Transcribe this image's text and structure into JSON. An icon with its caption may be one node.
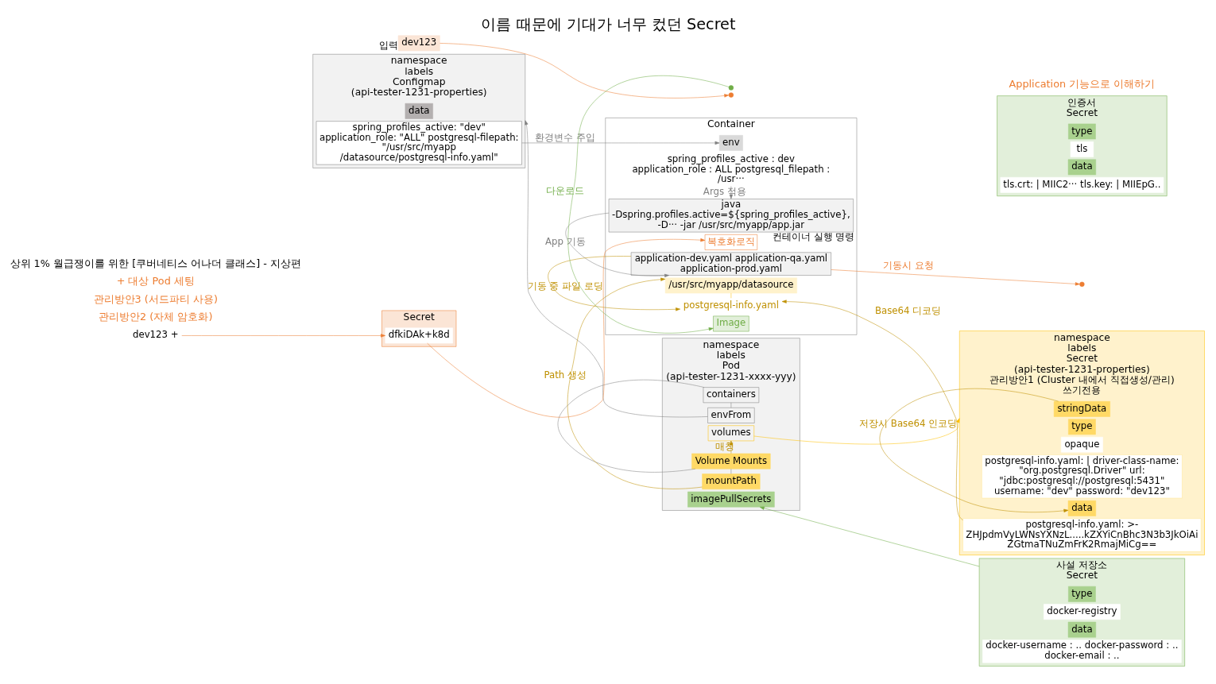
{
  "diagram": {
    "title": "이름 때문에 기대가 너무 컸던 Secret",
    "caption": "상위 1% 월급쟁이를 위한 [쿠버네티스 어나더 클래스] - 지상편",
    "nodes": [
      {
        "text": [
          "namespace",
          "labels",
          "Configmap",
          "(api-tester-1231-properties)"
        ]
      },
      {
        "text": [
          "data"
        ],
        "in": 0
      },
      {
        "text": [
          "spring_profiles_active: \"dev\" application_role: \"ALL\" postgresql-filepath: \"/usr/src/myapp /datasource/postgresql-info.yaml\""
        ],
        "in": 0
      },
      {
        "text": [
          "namespace",
          "labels",
          "Pod",
          "(api-tester-1231-xxxx-yyy)"
        ]
      },
      {
        "text": [
          "containers"
        ],
        "in": 3
      },
      {
        "text": [
          "envFrom"
        ],
        "in": 3
      },
      {
        "text": [
          "volumes"
        ],
        "in": 3
      },
      {
        "text": [
          "Volume Mounts"
        ],
        "in": 3
      },
      {
        "text": [
          "mountPath"
        ],
        "in": 3
      },
      {
        "text": [
          "Container"
        ]
      },
      {
        "text": [
          "env"
        ],
        "in": 9
      },
      {
        "text": [
          "spring_profiles_active : dev application_role : ALL postgresql_filepath : /usr···"
        ],
        "in": 9
      },
      {
        "text": [
          "java -Dspring.profiles.active=${spring_profiles_active}, -D··· -jar /usr/src/myapp/app.jar"
        ],
        "in": 9,
        "beside": [
          "컨테이너 실행 명령"
        ]
      },
      {
        "text": [
          "복호화로직"
        ],
        "in": 9
      },
      {
        "text": [
          "application-dev.yaml application-qa.yaml application-prod.yaml"
        ],
        "in": 9
      },
      {
        "text": [
          "/usr/src/myapp/datasource"
        ],
        "in": 9
      },
      {
        "text": [
          "postgresql-info.yaml"
        ],
        "in": 9
      },
      {
        "text": [
          "Image"
        ],
        "in": 9
      },
      {
        "text": [
          "imagePullSecrets"
        ],
        "in": 3
      },
      {
        "text": [
          "namespace",
          "labels",
          "Secret",
          "(api-tester-1231-properties)",
          "관리방안1 (Cluster 내에서 직접생성/관리)",
          "쓰기전용"
        ]
      },
      {
        "text": [
          "stringData"
        ],
        "in": 19
      },
      {
        "text": [
          "type"
        ],
        "in": 19
      },
      {
        "text": [
          "opaque"
        ],
        "in": 19
      },
      {
        "text": [
          "postgresql-info.yaml: | driver-class-name: \"org.postgresql.Driver\" url: \"jdbc:postgresql://postgresql:5431\" username: \"dev\" password: \"dev123\""
        ],
        "in": 19
      },
      {
        "text": [
          "data"
        ],
        "in": 19
      },
      {
        "text": [
          "postgresql-info.yaml: >- ZHJpdmVyLWNsYXNzL.....kZXYiCnBhc3N3b3JkOiAi ZGtmaTNuZmFrK2RmajMiCg=="
        ],
        "in": 19
      },
      {
        "text": [
          "Secret"
        ]
      },
      {
        "text": [
          "dfkiDAk+k8d"
        ],
        "in": 26
      },
      {
        "text": [
          "dev123 +"
        ]
      },
      {
        "text": [
          "dev123"
        ],
        "beside": [
          "입력"
        ]
      },
      {
        "text": [
          "사설 저장소",
          "Secret"
        ]
      },
      {
        "text": [
          "type"
        ],
        "in": 30
      },
      {
        "text": [
          "docker-registry"
        ],
        "in": 30
      },
      {
        "text": [
          "data"
        ],
        "in": 30
      },
      {
        "text": [
          "docker-username : .. docker-password : .. docker-email : .."
        ],
        "in": 30
      },
      {
        "text": [
          "인증서",
          "Secret"
        ]
      },
      {
        "text": [
          "type"
        ],
        "in": 35
      },
      {
        "text": [
          "tls"
        ],
        "in": 35
      },
      {
        "text": [
          "data"
        ],
        "in": 35
      },
      {
        "text": [
          "tls.crt: | MIIC2··· tls.key: | MIIEpG.."
        ],
        "in": 35
      }
    ],
    "edges": [
      {
        "from": 5,
        "to": 0,
        "arrow": "to"
      },
      {
        "from": 4,
        "to": 5,
        "arrow": "none"
      },
      {
        "from": 4,
        "to": 7,
        "arrow": "none"
      },
      {
        "from": 7,
        "to": 8,
        "arrow": "none"
      },
      {
        "from": 6,
        "to": 19,
        "arrow": "to",
        "color": "#ffc000"
      },
      {
        "from": 7,
        "to": 6,
        "arrow": "to",
        "label": "매칭",
        "color": "#bf9000"
      },
      {
        "from": 8,
        "to": 15,
        "arrow": "to",
        "label": "Path 생성",
        "color": "#bf9000"
      },
      {
        "from": 15,
        "to": 16,
        "arrow": "none",
        "color": "#ffc000"
      },
      {
        "from": 2,
        "to": 10,
        "arrow": "to",
        "label": "환경변수 주입"
      },
      {
        "from": 11,
        "to": 12,
        "arrow": "to",
        "label": "Args 적용"
      },
      {
        "from": 12,
        "to": 14,
        "arrow": "to",
        "label": "App 기동"
      },
      {
        "from": 14,
        "to": 16,
        "arrow": "to",
        "label": "기동 중 파일 로딩",
        "color": "#bf9000"
      },
      {
        "from": 20,
        "to": 24,
        "arrow": "to",
        "label": "저장시 Base64 인코딩",
        "color": "#bf9000"
      },
      {
        "from": 25,
        "to": 16,
        "arrow": "to",
        "label": "Base64 디코딩",
        "color": "#bf9000"
      },
      {
        "from": 28,
        "to": 27,
        "arrow": "to",
        "color": "#ed7d31"
      },
      {
        "from": 27,
        "to": 13,
        "arrow": "to",
        "color": "#ed7d31"
      },
      {
        "from": 14,
        "to": null,
        "arrow": "to",
        "label": "기동시 요청",
        "color": "#ed7d31"
      },
      {
        "from": 29,
        "to": null,
        "arrow": "to",
        "color": "#ed7d31"
      },
      {
        "from": null,
        "to": 17,
        "arrow": "to",
        "label": "다운로드",
        "color": "#70ad47"
      },
      {
        "from": 30,
        "to": 18,
        "arrow": "to",
        "color": "#70ad47"
      }
    ],
    "labels": [
      "Application 기능으로 이해하기",
      "관리방안2 (자체 암호화)",
      "관리방안3 (서드파티 사용)",
      "+ 대상 Pod 세팅"
    ]
  }
}
